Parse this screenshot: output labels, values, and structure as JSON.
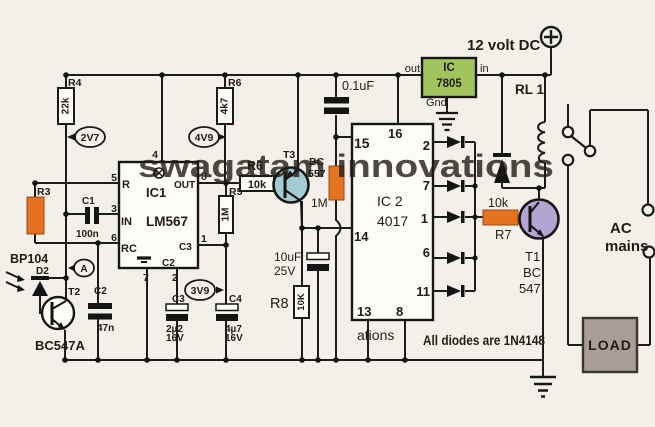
{
  "power": {
    "label": "12 volt DC"
  },
  "regulator": {
    "ic": "IC",
    "part": "7805",
    "out": "out",
    "in": "in",
    "gnd": "Gnd"
  },
  "relay": {
    "label": "RL 1"
  },
  "ac": {
    "line1": "AC",
    "line2": "mains"
  },
  "load": {
    "label": "LOAD"
  },
  "note": {
    "text": "All diodes are 1N4148"
  },
  "watermark": {
    "main": "swagatam innovations",
    "faint": "ations"
  },
  "ic1": {
    "name": "IC1",
    "part": "LM567",
    "pin_r": "R",
    "pin_in": "IN",
    "pin_rc": "RC",
    "pin_out": "OUT",
    "pin_c3": "C3",
    "pin_c2": "C2",
    "num4": "4",
    "num5": "5",
    "num3": "3",
    "num6": "6",
    "num8": "8",
    "num1": "1",
    "num7": "7",
    "num2": "2"
  },
  "ic2": {
    "name": "IC 2",
    "part": "4017",
    "num16": "16",
    "num15": "15",
    "num14": "14",
    "num13": "13",
    "num8": "8",
    "num2": "2",
    "num7": "7",
    "num1": "1",
    "num6": "6",
    "num11": "11"
  },
  "r3": {
    "ref": "R3"
  },
  "r4": {
    "ref": "R4",
    "val": "22k"
  },
  "r5": {
    "ref": "R5",
    "val": "1M"
  },
  "r6a": {
    "ref": "R6",
    "val": "4k7"
  },
  "r6b": {
    "ref": "R6",
    "val": "10k"
  },
  "r7": {
    "ref": "R7",
    "val": "10k"
  },
  "r8": {
    "ref": "R8",
    "val": "10K"
  },
  "r1m": {
    "val": "1M"
  },
  "c1": {
    "ref": "C1",
    "val": "100n"
  },
  "c2": {
    "ref": "C2",
    "val": "47n"
  },
  "c3": {
    "ref": "C3",
    "val": "2µ2",
    "volt": "16V"
  },
  "c4": {
    "ref": "C4",
    "val": "4µ7",
    "volt": "16V"
  },
  "c01": {
    "val": "0.1uF"
  },
  "c10": {
    "val": "10uF",
    "volt": "25V"
  },
  "t1": {
    "ref": "T1",
    "part1": "BC",
    "part2": "547"
  },
  "t2": {
    "ref": "T2",
    "part": "BC547A"
  },
  "t3": {
    "ref": "T3",
    "part1": "BC",
    "part2": "557"
  },
  "d2": {
    "ref": "D2",
    "part": "BP104"
  },
  "tp": {
    "v27": "2V7",
    "v49": "4V9",
    "v39": "3V9",
    "a": "A"
  },
  "colors": {
    "watermark_orange": "#dd5a1a",
    "resistor_orange": "#e4721f",
    "regulator_green": "#a2c45e",
    "t3_blue": "#a4cbd3",
    "t1_purple": "#b3a5d0",
    "load_gray": "#a89e97"
  }
}
